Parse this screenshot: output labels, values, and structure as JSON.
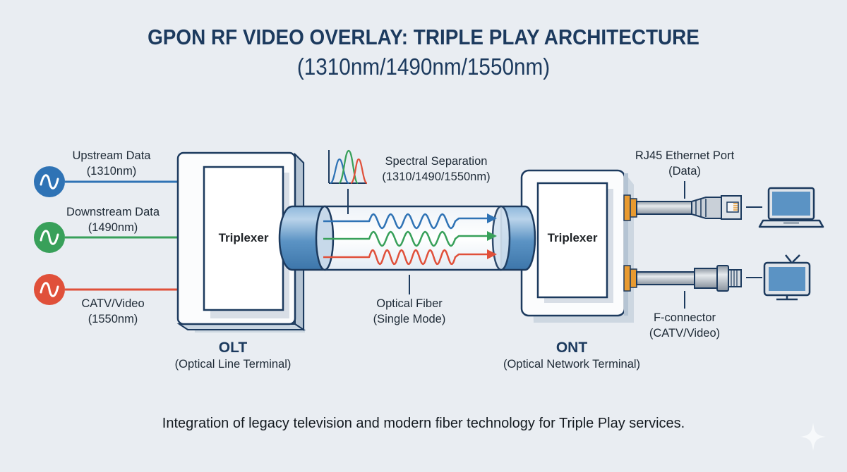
{
  "title": {
    "line1": "GPON RF VIDEO OVERLAY: TRIPLE PLAY ARCHITECTURE",
    "line2": "(1310nm/1490nm/1550nm)"
  },
  "colors": {
    "upstream": "#2f73b5",
    "downstream": "#38a05a",
    "video": "#e0503a",
    "outline": "#1c3a5e",
    "fiber": "#5b93c4",
    "connector_accent": "#e89a30",
    "background": "#e9edf2"
  },
  "sources": [
    {
      "name": "Upstream Data",
      "wavelength": "(1310nm)",
      "icon": "sine-wave-icon",
      "color_key": "upstream"
    },
    {
      "name": "Downstream Data",
      "wavelength": "(1490nm)",
      "icon": "sine-wave-icon",
      "color_key": "downstream"
    },
    {
      "name": "CATV/Video",
      "wavelength": "(1550nm)",
      "icon": "sine-wave-icon",
      "color_key": "video"
    }
  ],
  "olt": {
    "inner_label": "Triplexer",
    "name": "OLT",
    "full_name": "(Optical Line Terminal)"
  },
  "fiber": {
    "spectral_title": "Spectral Separation",
    "spectral_sub": "(1310/1490/1550nm)",
    "label": "Optical Fiber",
    "sublabel": "(Single Mode)"
  },
  "ont": {
    "inner_label": "Triplexer",
    "name": "ONT",
    "full_name": "(Optical Network Terminal)"
  },
  "ports": {
    "rj45_label": "RJ45 Ethernet Port",
    "rj45_sub": "(Data)",
    "rj45_device": "laptop-icon",
    "fconn_label": "F-connector",
    "fconn_sub": "(CATV/Video)",
    "fconn_device": "tv-icon"
  },
  "caption": "Integration of legacy television and modern fiber technology for Triple Play services."
}
